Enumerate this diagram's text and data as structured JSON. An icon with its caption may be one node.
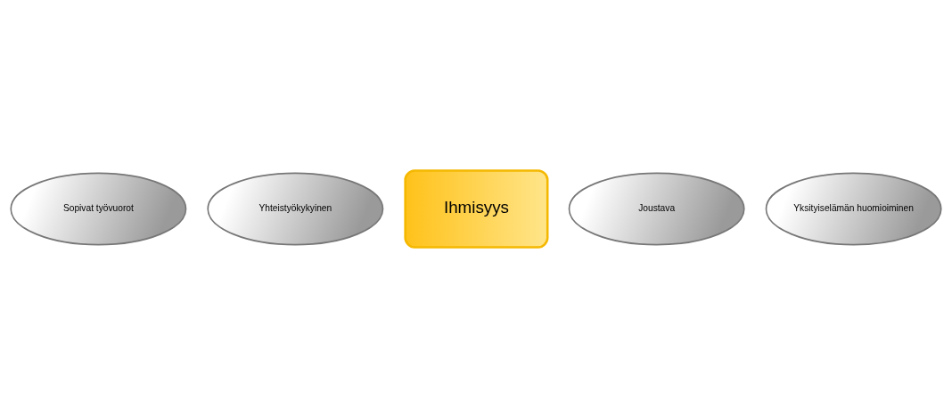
{
  "diagram": {
    "nodes": [
      {
        "text": [
          "Sopivat työvuorot"
        ]
      },
      {
        "text": [
          "Yhteistyökykyinen"
        ]
      },
      {
        "text": [
          "Ihmisyys"
        ]
      },
      {
        "text": [
          "Joustava"
        ]
      },
      {
        "text": [
          "Yksityiselämän huomioiminen"
        ]
      }
    ],
    "edges": []
  }
}
